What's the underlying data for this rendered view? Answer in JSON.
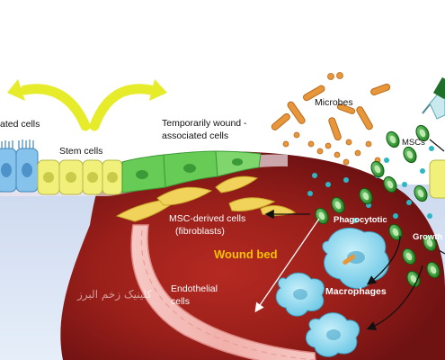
{
  "labels": {
    "truncated_cells": "ated cells",
    "stem_cells": "Stem cells",
    "temp_wound_line1": "Temporarily wound -",
    "temp_wound_line2": "associated cells",
    "microbes": "Microbes",
    "mscs": "MSCs",
    "msc_derived_line1": "MSC-derived cells",
    "msc_derived_line2": "(fibroblasts)",
    "wound_bed": "Wound bed",
    "endothelial_line1": "Endothelial",
    "endothelial_line2": "cells",
    "phagocytotic": "Phagocytotic",
    "macrophages": "Macrophages",
    "growth": "Growth",
    "watermark": "کلینیک زخم البرز"
  },
  "colors": {
    "arrow_yellow": "#e6ec2a",
    "wound_dark": "#8e1a1a",
    "wound_red": "#c8342c",
    "stem_blue": "#86c3ec",
    "stem_yellow": "#f0f07a",
    "epithelial_green": "#66cc55",
    "msc_green": "#2e9e2e",
    "microbe_orange": "#e8963a",
    "macrophage_cyan": "#8fdcef",
    "wound_text": "#f2c200"
  }
}
